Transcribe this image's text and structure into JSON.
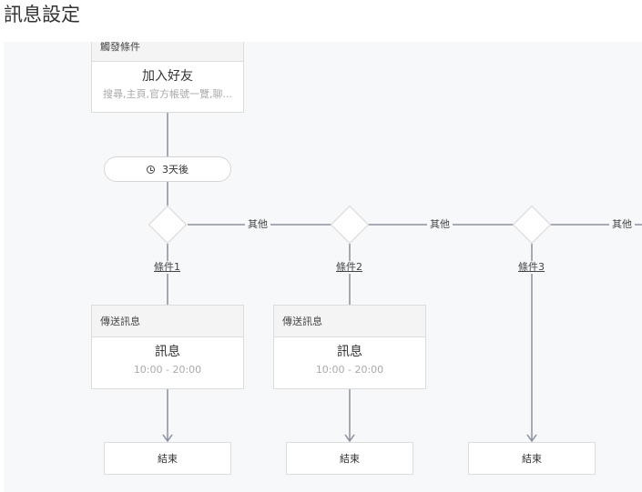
{
  "page": {
    "title": "訊息設定"
  },
  "trigger": {
    "header": "觸發條件",
    "title": "加入好友",
    "subtitle": "搜尋,主頁,官方帳號一覽,聊..."
  },
  "delay": {
    "label": "3天後"
  },
  "branches": [
    {
      "condition": "條件1",
      "other": "其他",
      "action": {
        "header": "傳送訊息",
        "title": "訊息",
        "time": "10:00 - 20:00"
      },
      "end": "結束"
    },
    {
      "condition": "條件2",
      "other": "其他",
      "action": {
        "header": "傳送訊息",
        "title": "訊息",
        "time": "10:00 - 20:00"
      },
      "end": "結束"
    },
    {
      "condition": "條件3",
      "other": "其他",
      "end": "結束"
    }
  ],
  "colors": {
    "line": "#8a8f9c",
    "canvas_bg": "#f7f8fa",
    "card_border": "#dcdcdc",
    "header_bg": "#f4f4f4"
  }
}
